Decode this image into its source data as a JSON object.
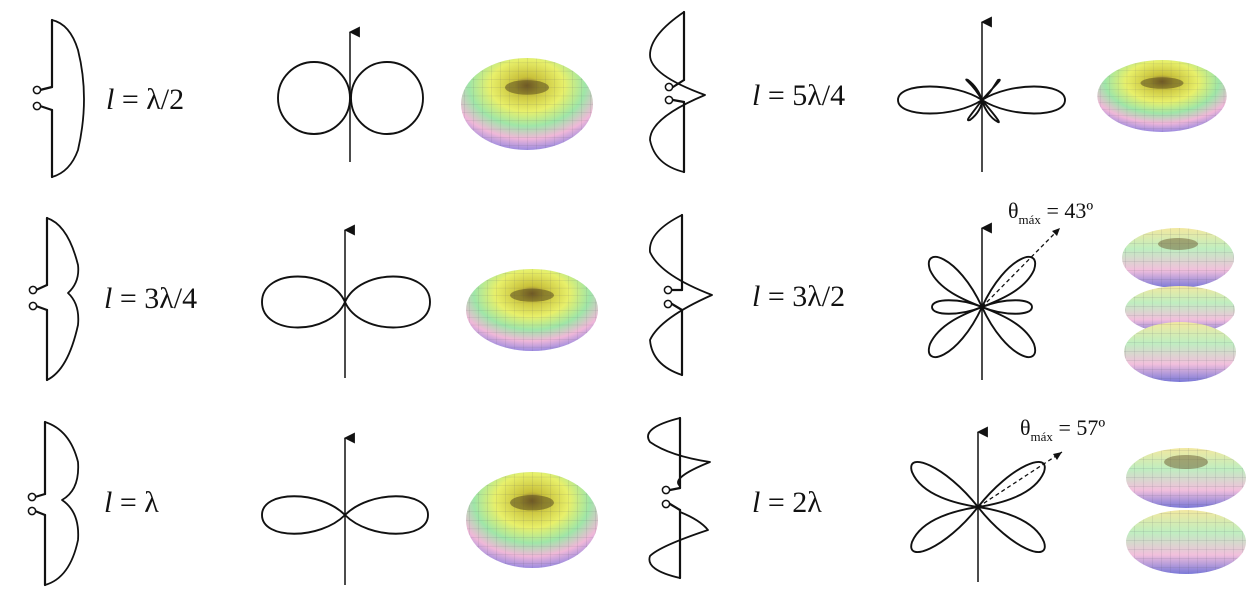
{
  "panels": [
    {
      "id": "p1",
      "letter": "l",
      "value": " = λ/2",
      "annotation": null
    },
    {
      "id": "p2",
      "letter": "l",
      "value": " = 3λ/4",
      "annotation": null
    },
    {
      "id": "p3",
      "letter": "l",
      "value": " = λ",
      "annotation": null
    },
    {
      "id": "p4",
      "letter": "l",
      "value": " = 5λ/4",
      "annotation": null
    },
    {
      "id": "p5",
      "letter": "l",
      "value": " = 3λ/2",
      "annotation": {
        "symbol": "θ",
        "subscript": "máx",
        "value": " = 43º"
      }
    },
    {
      "id": "p6",
      "letter": "l",
      "value": " = 2λ",
      "annotation": {
        "symbol": "θ",
        "subscript": "máx",
        "value": " = 57º"
      }
    }
  ]
}
